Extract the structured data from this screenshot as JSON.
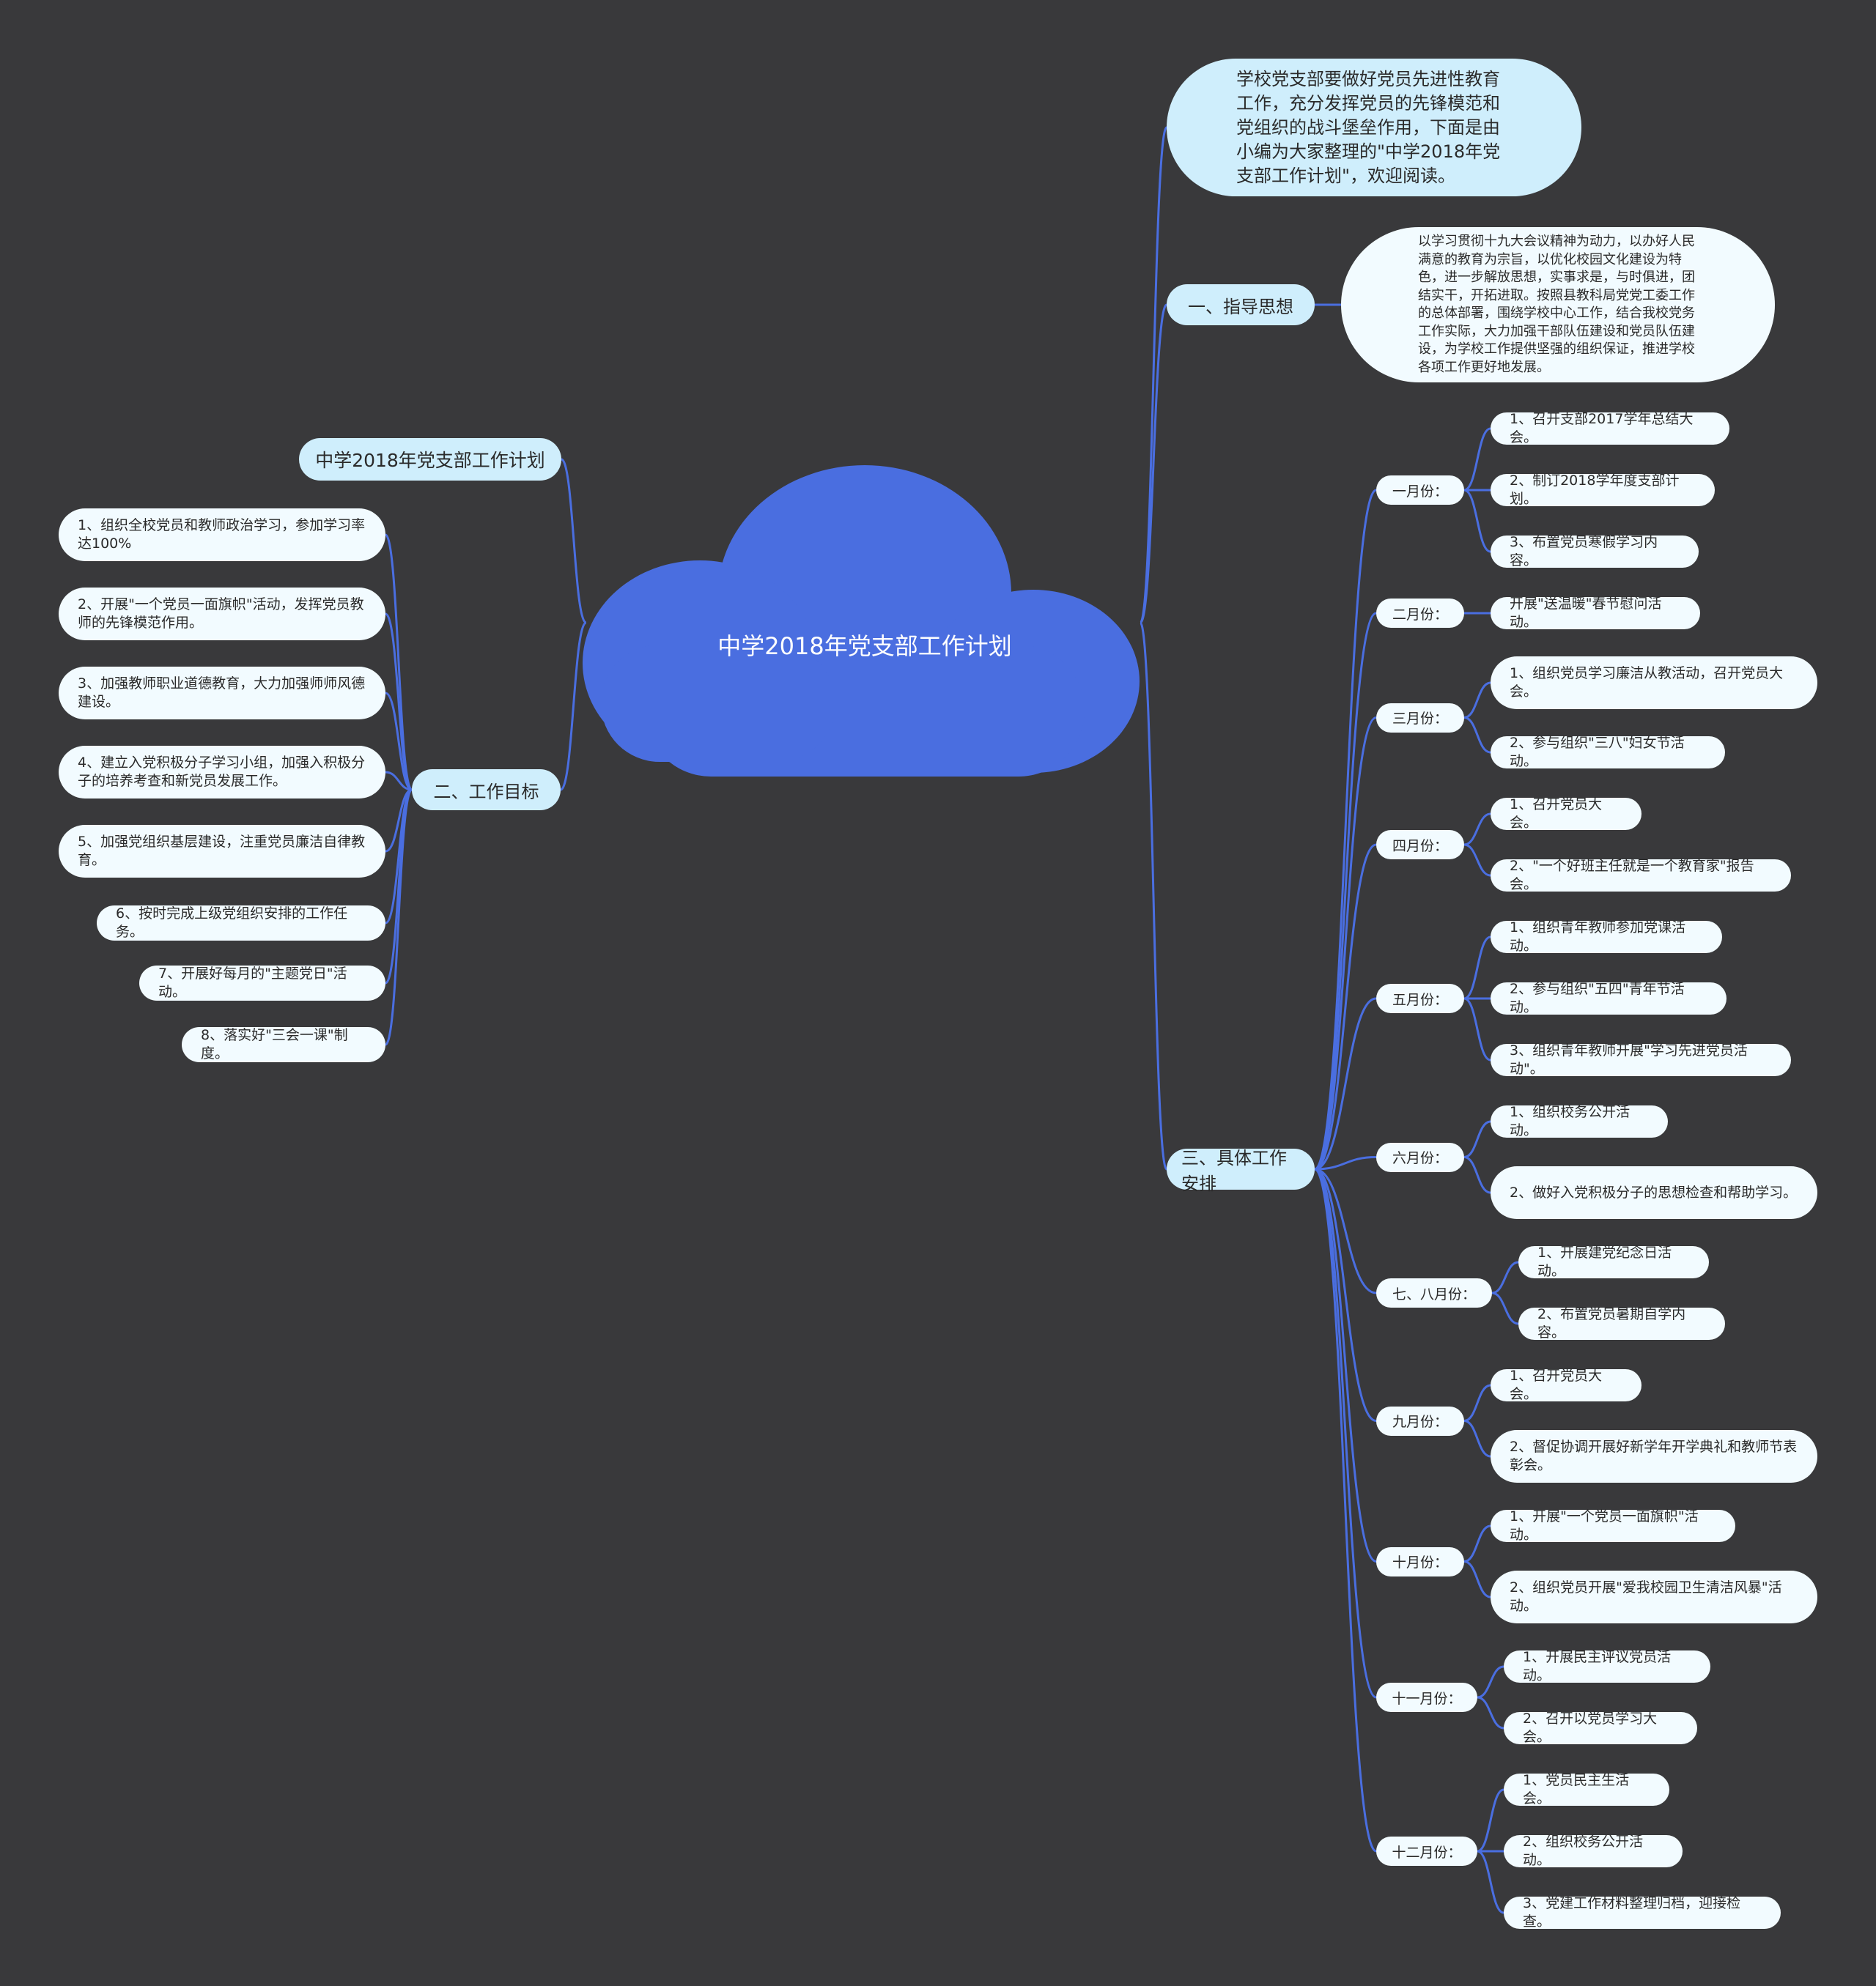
{
  "center": {
    "title": "中学2018年党支部工作计划"
  },
  "intro": "学校党支部要做好党员先进性教育工作，充分发挥党员的先锋模范和党组织的战斗堡垒作用，下面是由小编为大家整理的\"中学2018年党支部工作计划\"，欢迎阅读。",
  "guiding": {
    "label": "一、指导思想",
    "text": "以学习贯彻十九大会议精神为动力，以办好人民满意的教育为宗旨，以优化校园文化建设为特色，进一步解放思想，实事求是，与时俱进，团结实干，开拓进取。按照县教科局党党工委工作的总体部署，围绕学校中心工作，结合我校党务工作实际，大力加强干部队伍建设和党员队伍建设，为学校工作提供坚强的组织保证，推进学校各项工作更好地发展。"
  },
  "left_title": "中学2018年党支部工作计划",
  "goals": {
    "label": "二、工作目标",
    "items": [
      "1、组织全校党员和教师政治学习，参加学习率达100%",
      "2、开展\"一个党员一面旗帜\"活动，发挥党员教师的先锋模范作用。",
      "3、加强教师职业道德教育，大力加强师师风德建设。",
      "4、建立入党积极分子学习小组，加强入积极分子的培养考查和新党员发展工作。",
      "5、加强党组织基层建设，注重党员廉洁自律教育。",
      "6、按时完成上级党组织安排的工作任务。",
      "7、开展好每月的\"主题党日\"活动。",
      "8、落实好\"三会一课\"制度。"
    ]
  },
  "schedule": {
    "label": "三、具体工作安排",
    "months": [
      {
        "label": "一月份：",
        "items": [
          "1、召开支部2017学年总结大会。",
          "2、制订2018学年度支部计划。",
          "3、布置党员寒假学习内容。"
        ]
      },
      {
        "label": "二月份：",
        "items": [
          "开展\"送温暖\"春节慰问活动。"
        ]
      },
      {
        "label": "三月份：",
        "items": [
          "1、组织党员学习廉洁从教活动，召开党员大会。",
          "2、参与组织\"三八\"妇女节活动。"
        ]
      },
      {
        "label": "四月份：",
        "items": [
          "1、召开党员大会。",
          "2、\"一个好班主任就是一个教育家\"报告会。"
        ]
      },
      {
        "label": "五月份：",
        "items": [
          "1、组织青年教师参加党课活动。",
          "2、参与组织\"五四\"青年节活动。",
          "3、组织青年教师开展\"学习先进党员活动\"。"
        ]
      },
      {
        "label": "六月份：",
        "items": [
          "1、组织校务公开活动。",
          "2、做好入党积极分子的思想检查和帮助学习。"
        ]
      },
      {
        "label": "七、八月份：",
        "items": [
          "1、开展建党纪念日活动。",
          "2、布置党员暑期自学内容。"
        ]
      },
      {
        "label": "九月份：",
        "items": [
          "1、召开党员大会。",
          "2、督促协调开展好新学年开学典礼和教师节表彰会。"
        ]
      },
      {
        "label": "十月份：",
        "items": [
          "1、开展\"一个党员一面旗帜\"活动。",
          "2、组织党员开展\"爱我校园卫生清洁风暴\"活动。"
        ]
      },
      {
        "label": "十一月份：",
        "items": [
          "1、开展民主评议党员活动。",
          "2、召开以党员学习大会。"
        ]
      },
      {
        "label": "十二月份：",
        "items": [
          "1、党员民主生活会。",
          "2、组织校务公开活动。",
          "3、党建工作材料整理归档，迎接检查。"
        ]
      }
    ]
  },
  "colors": {
    "background": "#39393b",
    "center": "#4a6ee0",
    "edge": "#4a6ee0",
    "level1": "#cfeefc",
    "leaf": "#f2fbff"
  }
}
